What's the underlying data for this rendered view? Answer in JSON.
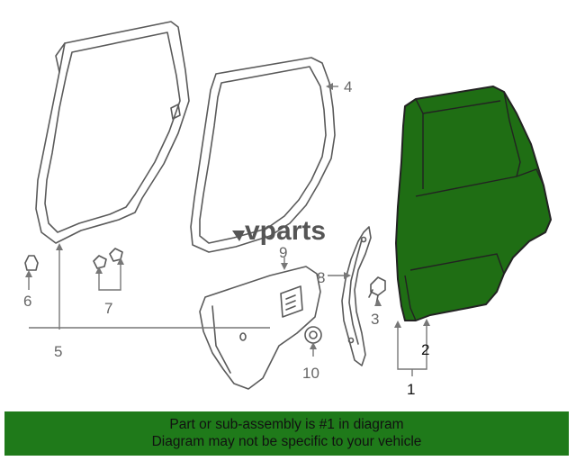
{
  "watermark": "vparts",
  "callouts": {
    "c1": "1",
    "c2": "2",
    "c3": "3",
    "c4": "4",
    "c5": "5",
    "c6": "6",
    "c7": "7",
    "c8": "8",
    "c9": "9",
    "c10": "10"
  },
  "highlight_color": "#1f6e14",
  "banner": {
    "line1": "Part or sub-assembly is #1 in diagram",
    "line2": "Diagram may not be specific to your vehicle",
    "background": "#1f7a1a"
  }
}
